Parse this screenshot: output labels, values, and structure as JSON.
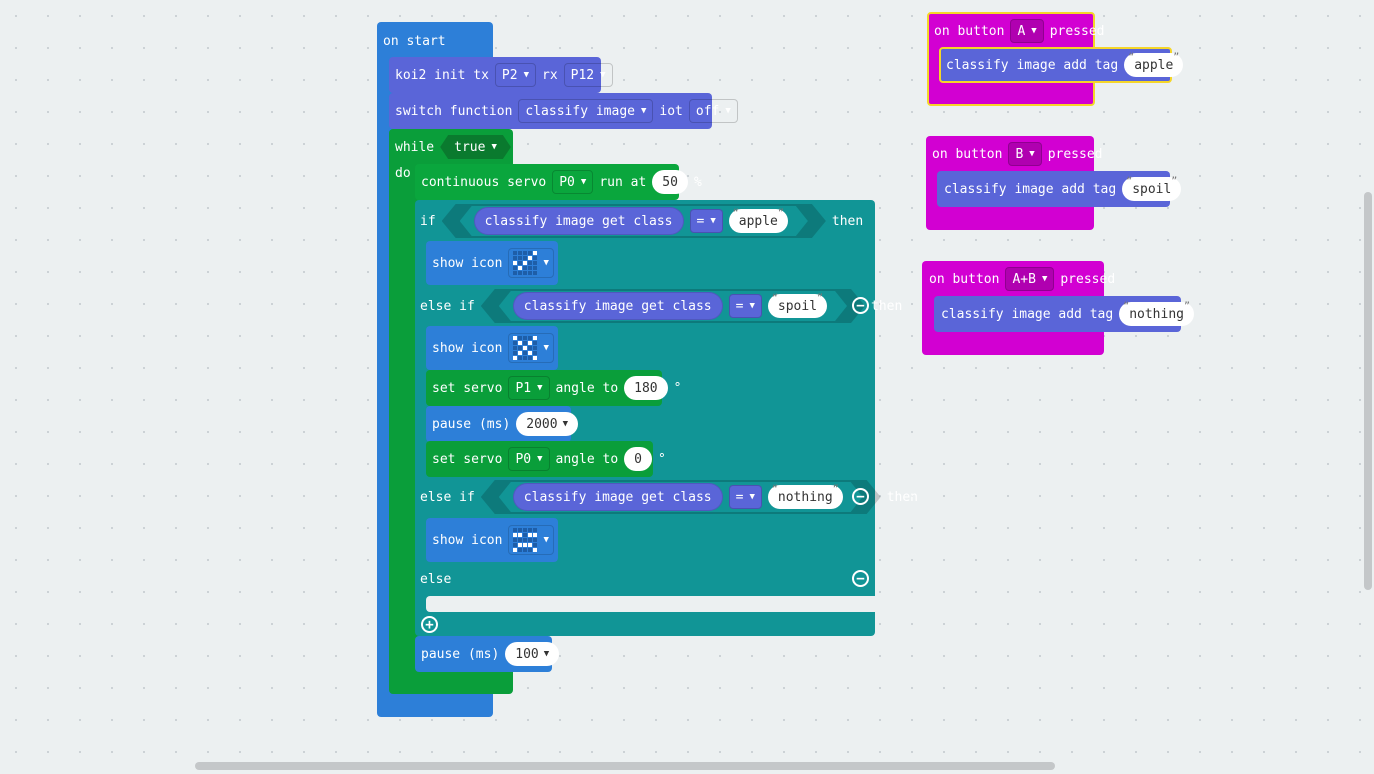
{
  "colors": {
    "blue": "#2d7fd8",
    "indigo": "#5a65d8",
    "green": "#0a9e3a",
    "teal": "#119596",
    "magenta": "#d200d2",
    "selected": "#f5d629"
  },
  "on_start": {
    "label": "on start",
    "koi2": {
      "text": "koi2 init tx",
      "tx": "P2",
      "rx_label": "rx",
      "rx": "P12"
    },
    "switch": {
      "text": "switch function",
      "mode": "classify image",
      "iot_label": "iot",
      "iot": "off"
    },
    "while": {
      "label": "while",
      "cond": "true",
      "do_label": "do"
    },
    "servo": {
      "text": "continuous servo",
      "pin": "P0",
      "run_at": "run at",
      "speed": "50",
      "unit": "%"
    },
    "if": {
      "if_label": "if",
      "elseif_label": "else if",
      "else_label": "else",
      "then_label": "then",
      "getclass": "classify image get class",
      "eq": "=",
      "cond1": "apple",
      "cond2": "spoil",
      "cond3": "nothing"
    },
    "show_icon": "show icon",
    "set_servo1": {
      "text": "set servo",
      "pin": "P1",
      "angle_label": "angle to",
      "angle": "180",
      "unit": "°"
    },
    "pause1": {
      "text": "pause (ms)",
      "value": "2000"
    },
    "set_servo2": {
      "text": "set servo",
      "pin": "P0",
      "angle_label": "angle to",
      "angle": "0",
      "unit": "°"
    },
    "pause2": {
      "text": "pause (ms)",
      "value": "100"
    }
  },
  "events": [
    {
      "on": "on button",
      "button": "A",
      "pressed": "pressed",
      "action": "classify image add tag",
      "tag": "apple"
    },
    {
      "on": "on button",
      "button": "B",
      "pressed": "pressed",
      "action": "classify image add tag",
      "tag": "spoil"
    },
    {
      "on": "on button",
      "button": "A+B",
      "pressed": "pressed",
      "action": "classify image add tag",
      "tag": "nothing"
    }
  ],
  "icons": {
    "check": [
      0,
      0,
      0,
      0,
      1,
      0,
      0,
      0,
      1,
      0,
      1,
      0,
      1,
      0,
      0,
      0,
      1,
      0,
      0,
      0,
      0,
      0,
      0,
      0,
      0
    ],
    "cross": [
      1,
      0,
      0,
      0,
      1,
      0,
      1,
      0,
      1,
      0,
      0,
      0,
      1,
      0,
      0,
      0,
      1,
      0,
      1,
      0,
      1,
      0,
      0,
      0,
      1
    ],
    "face": [
      0,
      0,
      0,
      0,
      0,
      1,
      1,
      0,
      1,
      1,
      0,
      0,
      0,
      0,
      0,
      0,
      1,
      1,
      1,
      0,
      1,
      0,
      0,
      0,
      1
    ]
  }
}
